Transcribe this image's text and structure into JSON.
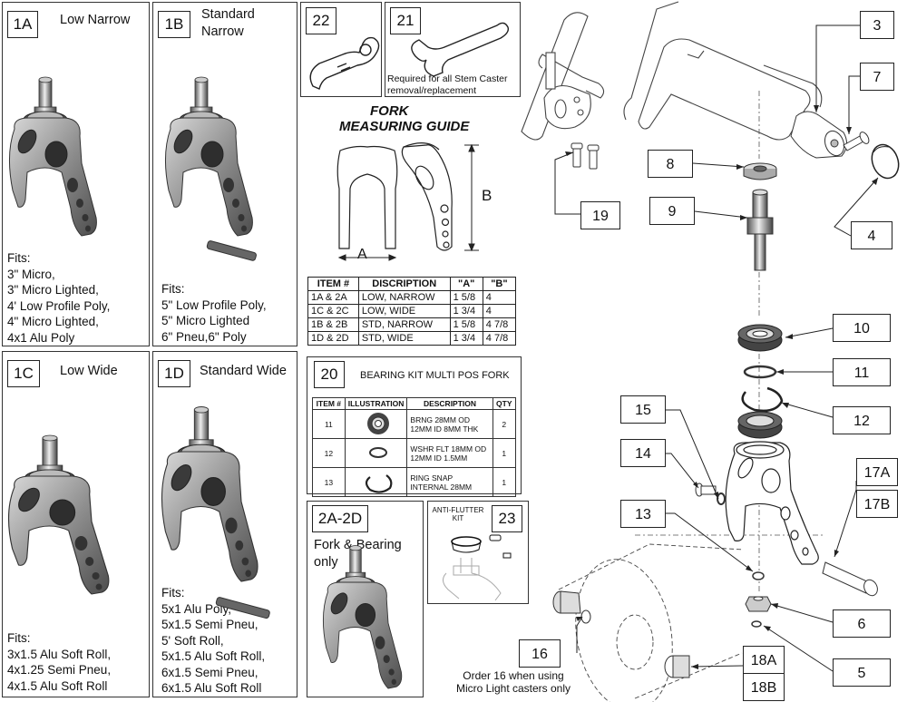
{
  "panels": {
    "p1A": {
      "tag": "1A",
      "title": "Low Narrow",
      "fits": [
        "Fits:",
        "3\" Micro,",
        "3\" Micro Lighted,",
        "4' Low Profile Poly,",
        "4\" Micro Lighted,",
        "4x1 Alu Poly"
      ]
    },
    "p1B": {
      "tag": "1B",
      "title1": "Standard",
      "title2": "Narrow",
      "fits": [
        "Fits:",
        "5\" Low Profile Poly,",
        "5\" Micro Lighted",
        "6\" Pneu,6\" Poly"
      ]
    },
    "p1C": {
      "tag": "1C",
      "title": "Low Wide",
      "fits": [
        "Fits:",
        "3x1.5 Alu Soft Roll,",
        "4x1.25 Semi Pneu,",
        "4x1.5 Alu Soft Roll"
      ]
    },
    "p1D": {
      "tag": "1D",
      "title": "Standard Wide",
      "fits": [
        "Fits:",
        "5x1 Alu Poly,",
        "5x1.5 Semi Pneu,",
        "5' Soft Roll,",
        "5x1.5 Alu Soft Roll,",
        "6x1.5 Semi Pneu,",
        "6x1.5 Alu Soft Roll"
      ]
    },
    "p22": {
      "tag": "22"
    },
    "p21": {
      "tag": "21",
      "note": "Required for all Stem Caster removal/replacement"
    },
    "p20": {
      "tag": "20",
      "title": "BEARING KIT MULTI POS FORK"
    },
    "p2A": {
      "tag": "2A-2D",
      "title": "Fork & Bearing only"
    },
    "p23": {
      "tag": "23",
      "title": "ANTI-FLUTTER KIT"
    }
  },
  "guide": {
    "title1": "FORK",
    "title2": "MEASURING GUIDE",
    "dimA": "A",
    "dimB": "B"
  },
  "fork_table": {
    "headers": [
      "ITEM #",
      "DISCRIPTION",
      "\"A\"",
      "\"B\""
    ],
    "rows": [
      [
        "1A & 2A",
        "LOW, NARROW",
        "1 5/8",
        "4"
      ],
      [
        "1C & 2C",
        "LOW, WIDE",
        "1 3/4",
        "4"
      ],
      [
        "1B & 2B",
        "STD, NARROW",
        "1 5/8",
        "4 7/8"
      ],
      [
        "1D & 2D",
        "STD, WIDE",
        "1 3/4",
        "4 7/8"
      ]
    ]
  },
  "kit_table": {
    "headers": [
      "ITEM #",
      "ILLUSTRATION",
      "DESCRIPTION",
      "QTY"
    ],
    "rows": [
      {
        "item": "11",
        "desc1": "BRNG 28MM OD",
        "desc2": "12MM ID 8MM THK",
        "qty": "2"
      },
      {
        "item": "12",
        "desc1": "WSHR FLT 18MM OD",
        "desc2": "12MM ID 1.5MM",
        "qty": "1"
      },
      {
        "item": "13",
        "desc1": "RING SNAP",
        "desc2": "INTERNAL 28MM",
        "qty": "1"
      }
    ]
  },
  "callouts": {
    "c3": "3",
    "c7": "7",
    "c8": "8",
    "c9": "9",
    "c4": "4",
    "c19": "19",
    "c10": "10",
    "c11": "11",
    "c12": "12",
    "c15": "15",
    "c14": "14",
    "c13": "13",
    "c17a": "17A",
    "c17b": "17B",
    "c6": "6",
    "c16": "16",
    "c18a": "18A",
    "c18b": "18B",
    "c5": "5"
  },
  "note16": [
    "Order 16 when using",
    "Micro Light casters only"
  ]
}
